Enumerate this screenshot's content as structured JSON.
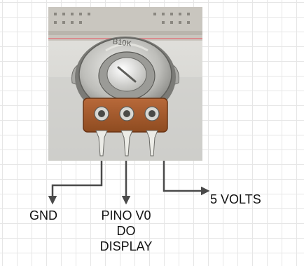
{
  "photo": {
    "knob_marking": "B10K",
    "colors": {
      "background": "#d9d9d6",
      "breadboard": "#c9c6bf",
      "pcb": "#a35a2a",
      "metal": "#c8c8c5",
      "pins": "#e9e9e4"
    }
  },
  "connections": [
    {
      "pin": "left",
      "target": "GND"
    },
    {
      "pin": "middle",
      "target": "PINO V0 DO DISPLAY"
    },
    {
      "pin": "right",
      "target": "5 VOLTS"
    }
  ],
  "labels": {
    "gnd": "GND",
    "pino_line1": "PINO V0",
    "pino_line2": "DO",
    "pino_line3": "DISPLAY",
    "five_volts": "5 VOLTS"
  },
  "colors": {
    "wire": "#4a4a4a",
    "grid": "#e6e6e6",
    "text": "#111111"
  }
}
